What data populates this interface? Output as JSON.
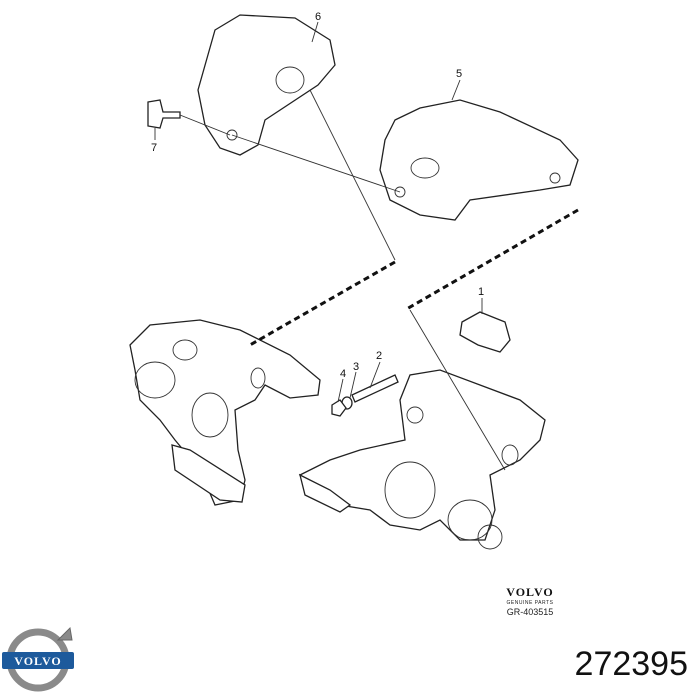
{
  "diagram": {
    "callouts": [
      "1",
      "2",
      "3",
      "4",
      "5",
      "6",
      "7"
    ],
    "brand_block": {
      "name": "VOLVO",
      "subtitle": "GENUINE PARTS",
      "code": "GR-403515"
    }
  },
  "footer": {
    "logo_text": "VOLVO",
    "part_number": "272395"
  },
  "colors": {
    "logo_blue": "#1d5a9c",
    "logo_ring": "#8a8a8a"
  }
}
